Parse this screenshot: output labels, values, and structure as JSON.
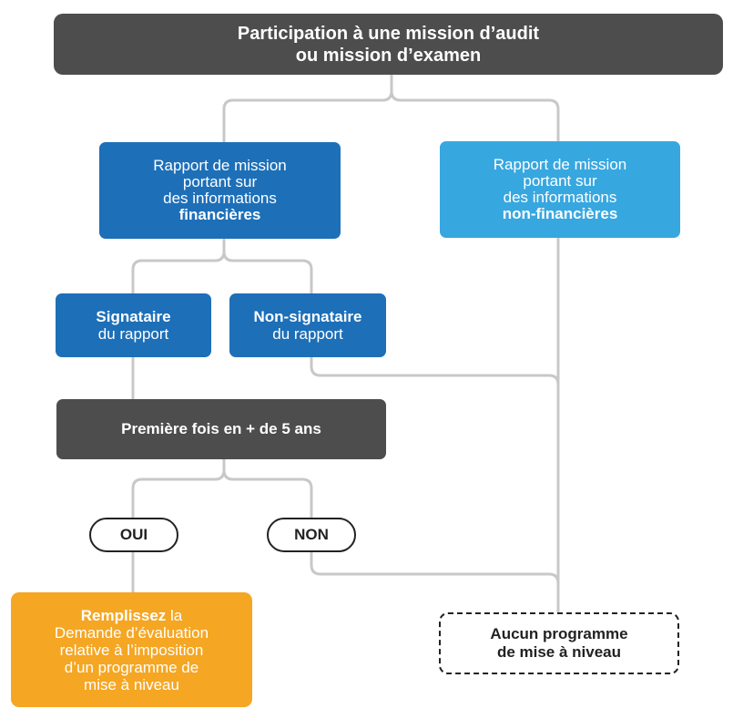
{
  "top": {
    "line1": "Participation à une mission d’audit",
    "line2": "ou mission d’examen"
  },
  "financial": {
    "line1": "Rapport de mission",
    "line2": "portant sur",
    "line3": "des informations",
    "line4": "financières"
  },
  "nonfinancial": {
    "line1": "Rapport de mission",
    "line2": "portant sur",
    "line3": "des informations",
    "line4": "non-financières"
  },
  "signataire": {
    "line1": "Signataire",
    "line2": "du rapport"
  },
  "nonsignataire": {
    "line1": "Non-signataire",
    "line2": "du rapport"
  },
  "premiere": {
    "label": "Première fois en + de 5 ans"
  },
  "oui": {
    "label": "OUI"
  },
  "non": {
    "label": "NON"
  },
  "remplissez": {
    "bold": "Remplissez",
    "rest": " la",
    "line2": "Demande d’évaluation",
    "line3": "relative à l’imposition",
    "line4": "d’un programme de",
    "line5": "mise à niveau"
  },
  "aucun": {
    "line1": "Aucun programme",
    "line2": "de mise à niveau"
  },
  "colors": {
    "dark": "#4d4d4d",
    "blue": "#1d6fb8",
    "lightblue": "#37a7e0",
    "orange": "#f5a623",
    "connector": "#c8c8c8"
  }
}
